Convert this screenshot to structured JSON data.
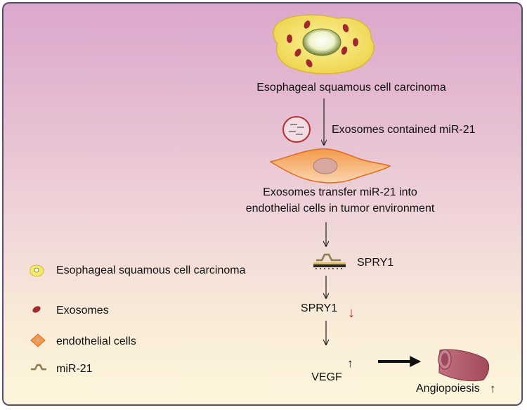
{
  "labels": {
    "escc": "Esophageal squamous cell carcinoma",
    "exosomes_contained": "Exosomes contained miR-21",
    "transfer_line1": "Exosomes transfer miR-21 into",
    "transfer_line2": "endothelial cells in tumor environment",
    "spry1_receptor": "SPRY1",
    "spry1_level": "SPRY1",
    "vegf": "VEGF",
    "angiopoiesis": "Angiopoiesis"
  },
  "indicators": {
    "spry1": "↓",
    "vegf": "↑",
    "angiopoiesis": "↑"
  },
  "legend": [
    {
      "icon": "escc-cell-icon",
      "label": "Esophageal squamous cell carcinoma"
    },
    {
      "icon": "exosome-icon",
      "label": "Exosomes"
    },
    {
      "icon": "endothelial-cell-icon",
      "label": "endothelial cells"
    },
    {
      "icon": "mir21-icon",
      "label": "miR-21"
    }
  ],
  "colors": {
    "background_top": "#dca7cc",
    "background_bottom": "#fdf6dc",
    "tumor_cell": "#f4ea6a",
    "exosome": "#a0282e",
    "endothelial": "#f07a2a",
    "mirna": "#8c7a4a",
    "down_arrow": "#d42020",
    "vessel": "#b05a6a"
  }
}
